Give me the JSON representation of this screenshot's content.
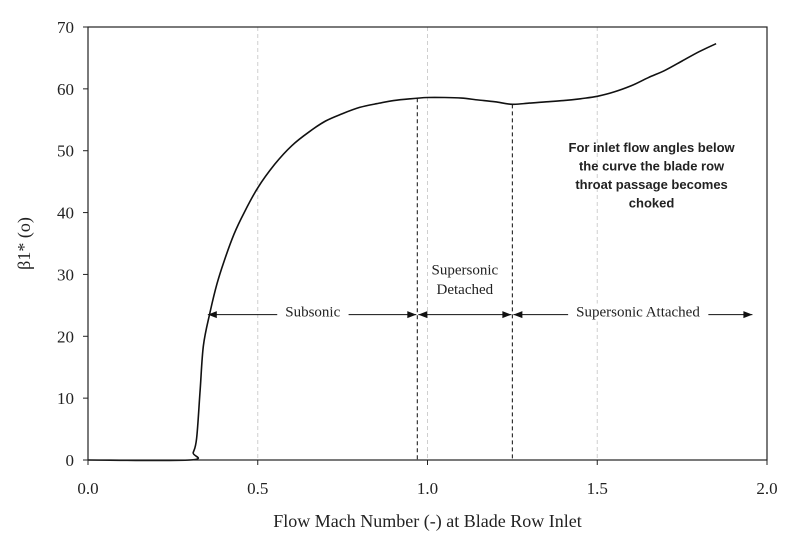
{
  "chart_data": {
    "type": "line",
    "title": "",
    "xlabel": "Flow Mach Number (-) at Blade Row Inlet",
    "ylabel": "β1* (o)",
    "xlim": [
      0.0,
      2.0
    ],
    "ylim": [
      0,
      70
    ],
    "x_ticks": [
      "0.0",
      "0.5",
      "1.0",
      "1.5",
      "2.0"
    ],
    "y_ticks": [
      "0",
      "10",
      "20",
      "30",
      "40",
      "50",
      "60",
      "70"
    ],
    "grid": "vertical dashed at x ticks",
    "legend": "none",
    "series": [
      {
        "x": [
          0.0,
          0.3,
          0.31,
          0.32,
          0.33,
          0.34,
          0.36,
          0.38,
          0.4,
          0.43,
          0.46,
          0.5,
          0.55,
          0.6,
          0.65,
          0.7,
          0.75,
          0.8,
          0.85,
          0.9,
          0.95,
          1.0,
          1.05,
          1.1,
          1.15,
          1.2,
          1.25,
          1.3,
          1.35,
          1.4,
          1.45,
          1.5,
          1.55,
          1.6,
          1.65,
          1.7,
          1.75,
          1.8,
          1.85
        ],
        "y": [
          0.0,
          0.0,
          1.2,
          3.5,
          11.0,
          18.5,
          24.0,
          28.5,
          32.0,
          36.5,
          40.0,
          44.0,
          47.8,
          50.8,
          53.0,
          54.8,
          56.0,
          57.0,
          57.6,
          58.1,
          58.4,
          58.6,
          58.6,
          58.5,
          58.2,
          57.9,
          57.5,
          57.7,
          57.9,
          58.1,
          58.4,
          58.8,
          59.5,
          60.5,
          61.8,
          63.0,
          64.5,
          66.0,
          67.3
        ]
      }
    ],
    "dividers": [
      {
        "x": 0.97
      },
      {
        "x": 1.25
      }
    ],
    "region_labels": {
      "subsonic": "Subsonic",
      "supersonic_detached_line1": "Supersonic",
      "supersonic_detached_line2": "Detached",
      "supersonic_attached": "Supersonic Attached"
    },
    "arrows": [
      {
        "region": "subsonic",
        "from": 0.35,
        "to": 0.97,
        "y": 23.5
      },
      {
        "region": "supersonic-detached",
        "from": 0.97,
        "to": 1.25,
        "y": 23.5
      },
      {
        "region": "supersonic-attached",
        "from": 1.25,
        "to": 1.96,
        "y": 23.5
      }
    ],
    "annotation_lines": [
      "For inlet flow angles below",
      "the curve the blade row",
      "throat passage becomes",
      "choked"
    ]
  }
}
